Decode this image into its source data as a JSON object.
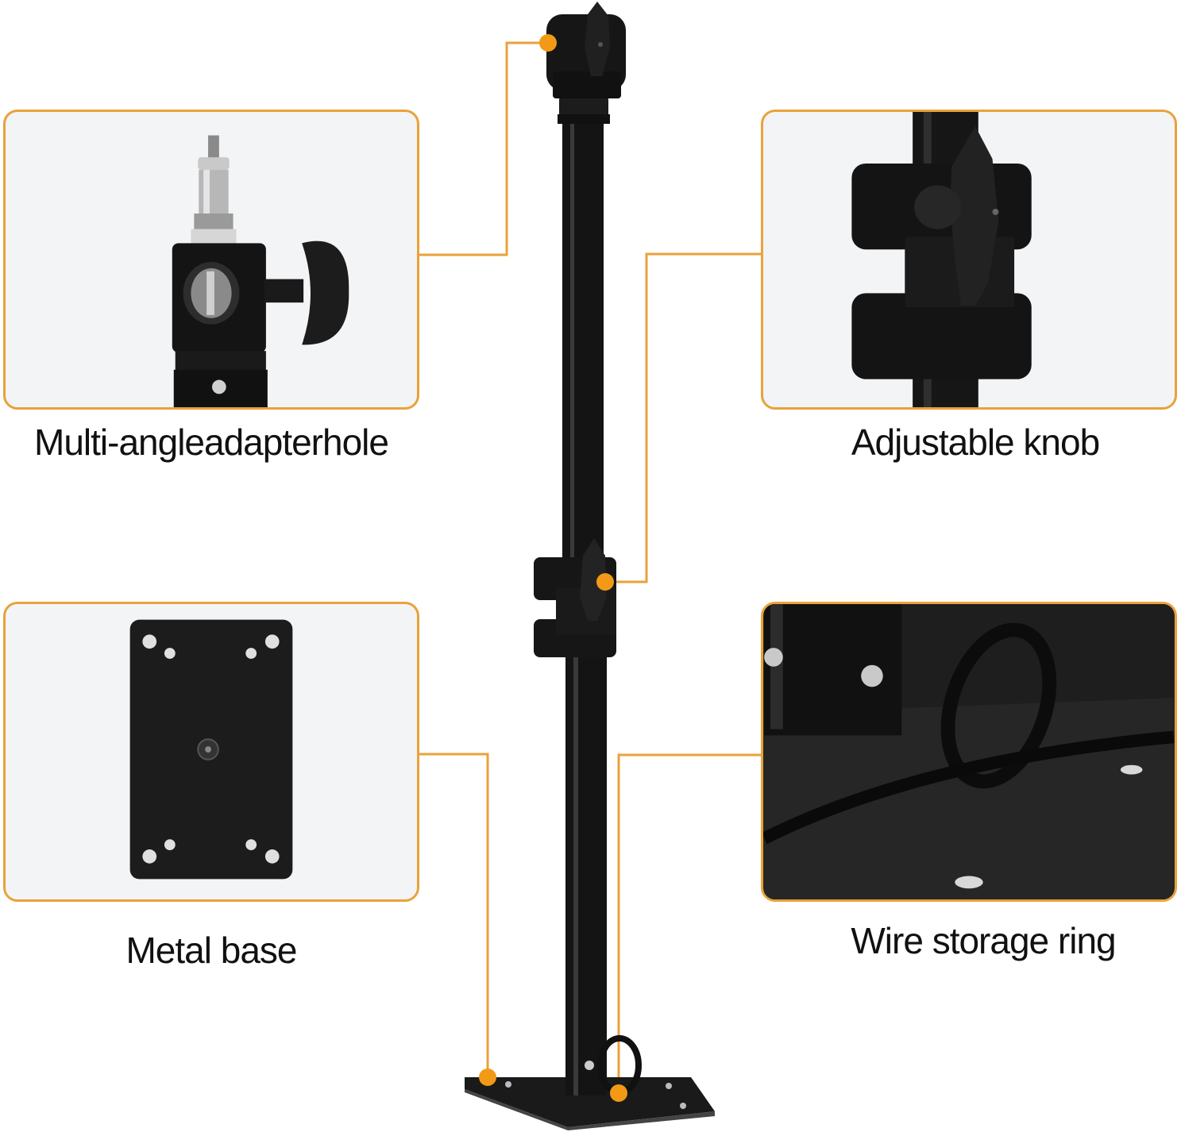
{
  "features": {
    "top_left": {
      "caption": "Multi-angleadapterhole"
    },
    "top_right": {
      "caption": "Adjustable knob"
    },
    "bottom_left": {
      "caption": "Metal base"
    },
    "bottom_right": {
      "caption": "Wire storage ring"
    }
  },
  "colors": {
    "accent": "#e9a23b",
    "callout_dot": "#f29a17",
    "product": "#141414",
    "panel_bg": "#f3f4f6"
  }
}
